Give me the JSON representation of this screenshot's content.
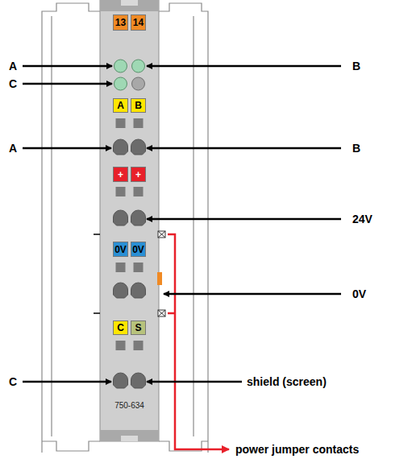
{
  "diagram": {
    "nodes": [
      {
        "text": [
          "750-634"
        ]
      },
      {
        "text": [
          "13"
        ],
        "in": 0
      },
      {
        "text": [
          "14"
        ],
        "in": 0
      },
      {
        "text": [
          "A"
        ],
        "in": 0
      },
      {
        "text": [
          "B"
        ],
        "in": 0
      },
      {
        "text": [
          "+"
        ],
        "in": 0
      },
      {
        "text": [
          "+"
        ],
        "in": 0
      },
      {
        "text": [
          "0V"
        ],
        "in": 0
      },
      {
        "text": [
          "0V"
        ],
        "in": 0
      },
      {
        "text": [
          "C"
        ],
        "in": 0
      },
      {
        "text": [
          "S"
        ],
        "in": 0
      }
    ],
    "labels": [
      "A",
      "B",
      "C",
      "A",
      "B",
      "24V",
      "0V",
      "C",
      "shield (screen)",
      "power jumper contacts"
    ]
  }
}
